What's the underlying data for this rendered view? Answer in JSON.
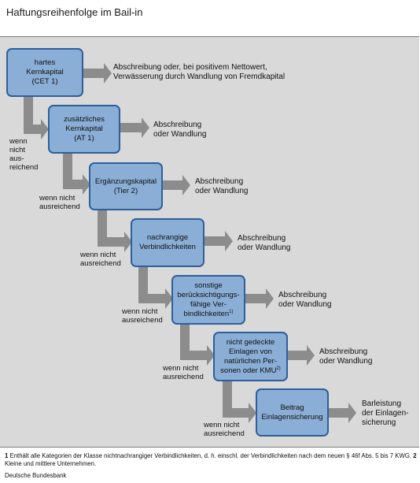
{
  "title": "Haftungsreihenfolge im Bail-in",
  "tiers": [
    {
      "label": "hartes\nKernkapital\n(CET 1)",
      "outcome": "Abschreibung oder, bei positivem Nettowert,\nVerwässerung durch Wandlung von Fremdkapital",
      "condition": ""
    },
    {
      "label": "zusätzliches\nKernkapital\n(AT 1)",
      "outcome": "Abschreibung\noder Wandlung",
      "condition": "wenn\nnicht\naus-\nreichend"
    },
    {
      "label": "Ergänzungskapital\n(Tier 2)",
      "outcome": "Abschreibung\noder Wandlung",
      "condition": "wenn nicht\nausreichend"
    },
    {
      "label": "nachrangige\nVerbindlichkeiten",
      "outcome": "Abschreibung\noder Wandlung",
      "condition": "wenn nicht\nausreichend"
    },
    {
      "label": "sonstige\nberücksichtigungs-\nfähige Ver-\nbindlichkeiten",
      "sup": "1)",
      "outcome": "Abschreibung\noder Wandlung",
      "condition": "wenn nicht\nausreichend"
    },
    {
      "label": "nicht gedeckte\nEinlagen von\nnatürlichen Per-\nsonen oder KMU",
      "sup": "2)",
      "outcome": "Abschreibung\noder Wandlung",
      "condition": "wenn nicht\nausreichend"
    },
    {
      "label": "Beitrag\nEinlagensicherung",
      "outcome": "Barleistung\nder Einlagen-\nsicherung",
      "condition": "wenn nicht\nausreichend"
    }
  ],
  "footnote": {
    "n1": "1",
    "t1": " Enthält alle Kategorien der Klasse nichtnachrangiger Verbindlichkeiten, d. h. einschl. der Verbindlichkeiten nach dem neuen § 46f Abs. 5 bis 7 KWG. ",
    "n2": "2",
    "t2": " Kleine und mittlere Unternehmen."
  },
  "source": "Deutsche Bundesbank",
  "colors": {
    "box_fill": "#8aaed6",
    "box_border": "#2e5f9b",
    "arrow": "#8c8c8c",
    "panel": "#d9d9d9"
  }
}
